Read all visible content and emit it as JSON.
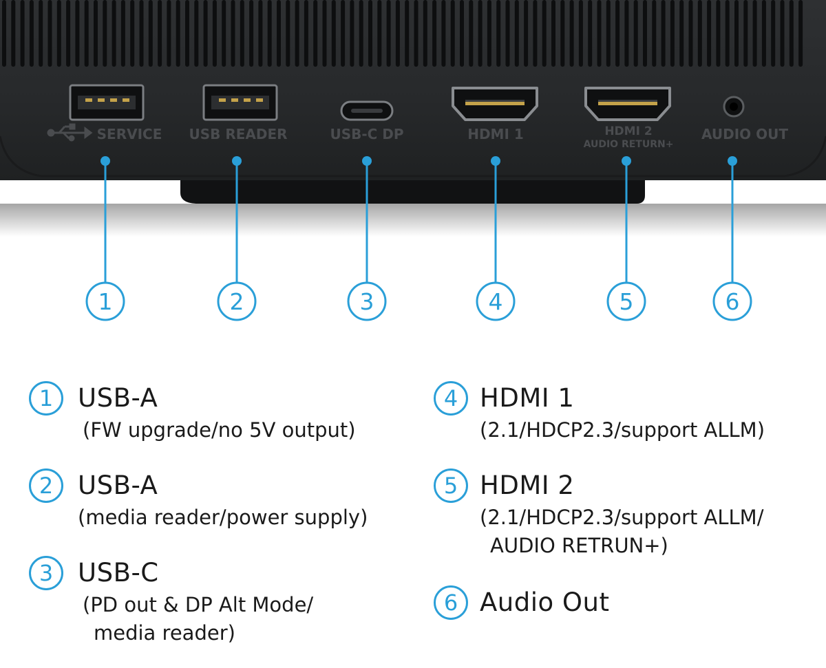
{
  "panel": {
    "port_labels": [
      "SERVICE",
      "USB READER",
      "USB-C DP",
      "HDMI 1",
      "HDMI 2",
      "AUDIO RETURN+",
      "AUDIO OUT"
    ]
  },
  "callouts": [
    "1",
    "2",
    "3",
    "4",
    "5",
    "6"
  ],
  "legend": [
    {
      "num": "1",
      "title": "USB-A",
      "lines": [
        "(FW upgrade/no 5V output)"
      ]
    },
    {
      "num": "2",
      "title": "USB-A",
      "lines": [
        "(media reader/power supply)"
      ]
    },
    {
      "num": "3",
      "title": "USB-C",
      "lines": [
        "(PD out & DP Alt Mode/",
        "media reader)"
      ]
    },
    {
      "num": "4",
      "title": "HDMI 1",
      "lines": [
        "(2.1/HDCP2.3/support ALLM)"
      ]
    },
    {
      "num": "5",
      "title": "HDMI 2",
      "lines": [
        "(2.1/HDCP2.3/support ALLM/",
        "AUDIO RETRUN+)"
      ]
    },
    {
      "num": "6",
      "title": "Audio Out",
      "lines": []
    }
  ],
  "colors": {
    "accent": "#2a9fd8",
    "panel": "#2b2d2f",
    "panel_dark": "#151617",
    "label": "#4a4c4f",
    "text": "#1a1a1a"
  }
}
